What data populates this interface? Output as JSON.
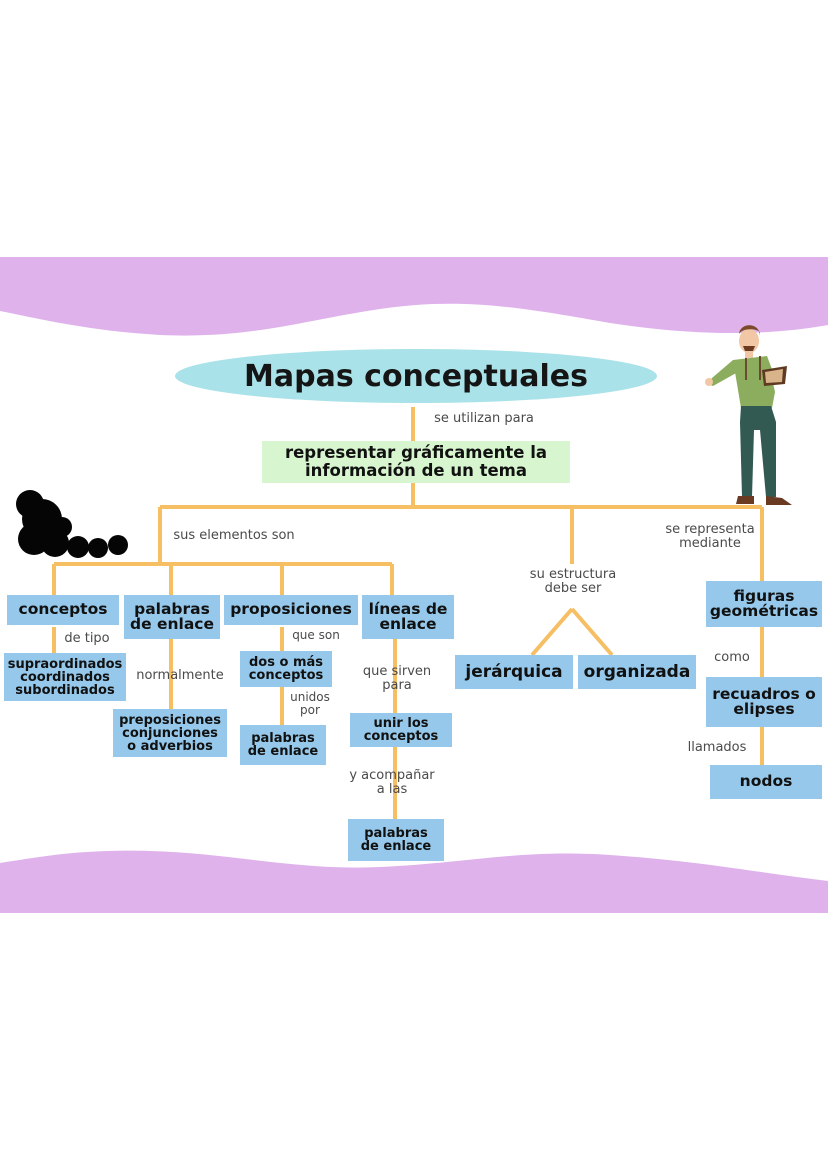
{
  "colors": {
    "lavender": "#dfb2ec",
    "connector": "#f6bf64",
    "node": "#95c8ea",
    "title_oval": "#a9e2e9",
    "subject_box": "#d7f5cf"
  },
  "title": "Mapas conceptuales",
  "link_utilizan": "se utilizan para",
  "subject": "representar gráficamente la\ninformación de un tema",
  "branches": {
    "elementos": {
      "link": "sus elementos son",
      "conceptos": {
        "label": "conceptos",
        "link": "de tipo",
        "detail": "supraordinados\ncoordinados\nsubordinados"
      },
      "palabras": {
        "label": "palabras\nde enlace",
        "link": "normalmente",
        "detail": "preposiciones\nconjunciones\no adverbios"
      },
      "proposiciones": {
        "label": "proposiciones",
        "link1": "que son",
        "detail1": "dos o más\nconceptos",
        "link2": "unidos\npor",
        "detail2": "palabras\nde enlace"
      },
      "lineas": {
        "label": "líneas de\nenlace",
        "link1": "que sirven\npara",
        "detail1": "unir los\nconceptos",
        "link2": "y acompañar\na las",
        "detail2": "palabras\nde enlace"
      }
    },
    "estructura": {
      "link": "su estructura\ndebe ser",
      "options": [
        "jerárquica",
        "organizada"
      ]
    },
    "representa": {
      "link": "se representa\nmediante",
      "node1": "figuras\ngeométricas",
      "link2": "como",
      "node2": "recuadros o\nelipses",
      "link3": "llamados",
      "node3": "nodos"
    }
  }
}
